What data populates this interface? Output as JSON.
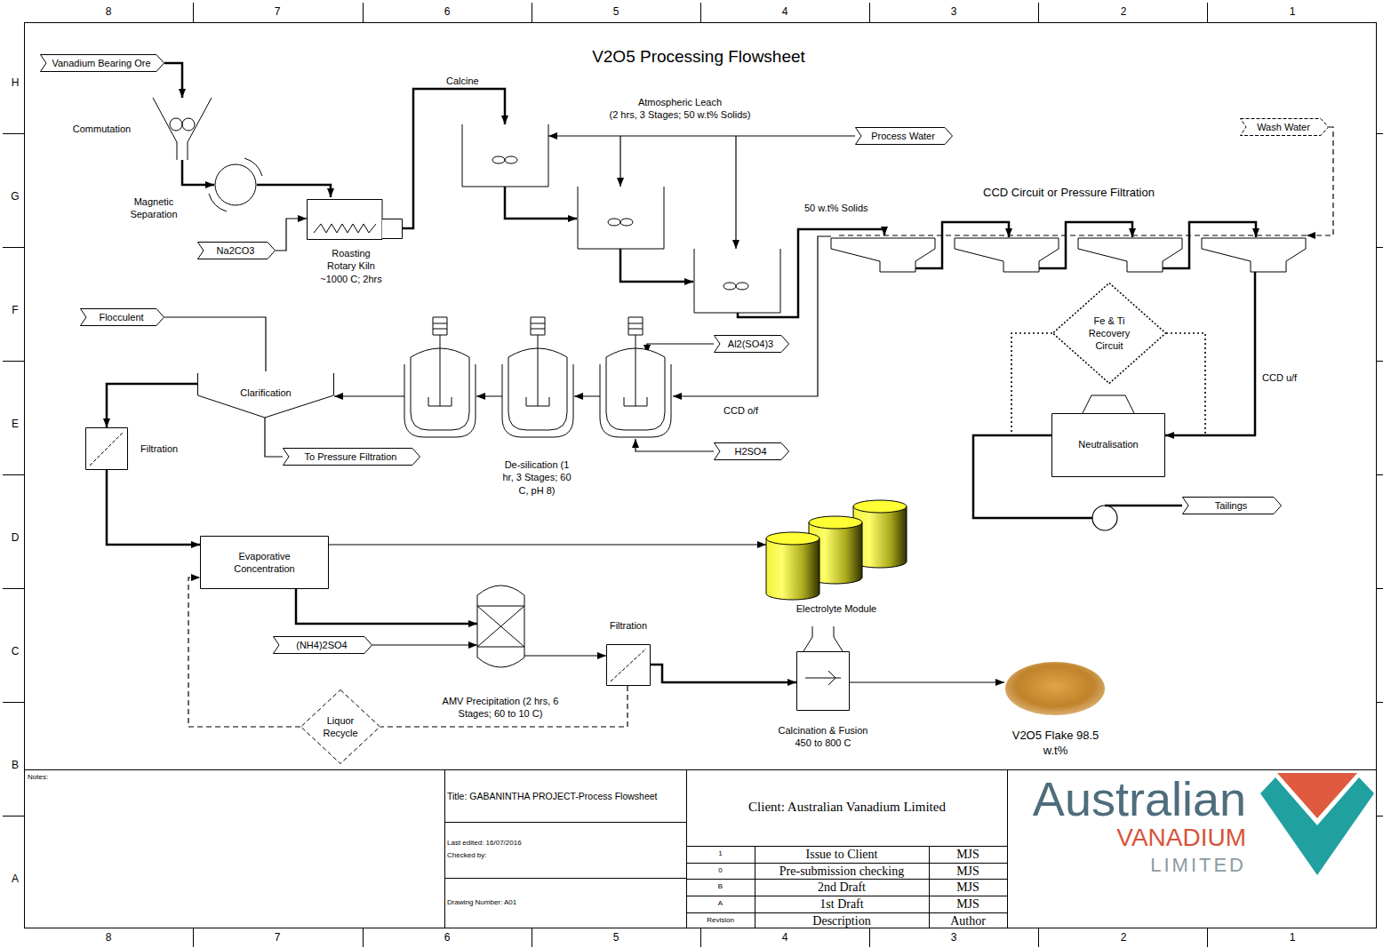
{
  "diagram": {
    "title": "V2O5 Processing Flowsheet",
    "nodes": [
      {
        "text": [
          "Vanadium Bearing Ore"
        ]
      },
      {
        "text": [
          "Commutation"
        ]
      },
      {
        "text": [
          "Magnetic Separation"
        ]
      },
      {
        "text": [
          "Na2CO3"
        ]
      },
      {
        "text": [
          "Roasting Rotary Kiln ~1000 C; 2hrs"
        ]
      },
      {
        "text": [
          "Atmospheric Leach",
          "(2 hrs, 3 Stages; 50 w.t% Solids)"
        ]
      },
      {
        "text": [
          "Process Water"
        ]
      },
      {
        "text": [
          "Wash Water"
        ]
      },
      {
        "text": [
          "CCD Circuit or Pressure Filtration"
        ]
      },
      {
        "text": [
          "Flocculent"
        ]
      },
      {
        "text": [
          "Al2(SO4)3"
        ]
      },
      {
        "text": [
          "De-silication (1 hr, 3 Stages; 60 C, pH 8)"
        ]
      },
      {
        "text": [
          "Fe & Ti Recovery Circuit"
        ]
      },
      {
        "text": [
          "Clarification"
        ]
      },
      {
        "text": [
          "H2SO4"
        ]
      },
      {
        "text": [
          "Filtration"
        ]
      },
      {
        "text": [
          "To Pressure Filtration"
        ]
      },
      {
        "text": [
          "Neutralisation"
        ]
      },
      {
        "text": [
          "Tailings"
        ]
      },
      {
        "text": [
          "Evaporative Concentration"
        ]
      },
      {
        "text": [
          "Electrolyte Module"
        ]
      },
      {
        "text": [
          "(NH4)2SO4"
        ]
      },
      {
        "text": [
          "Filtration"
        ]
      },
      {
        "text": [
          "AMV Precipitation (2 hrs, 6 Stages; 60 to 10 C)"
        ]
      },
      {
        "text": [
          "Liquor Recycle"
        ]
      },
      {
        "text": [
          "Calcination & Fusion 450 to 800 C"
        ]
      },
      {
        "text": [
          "V2O5 Flake 98.5 w.t%"
        ]
      }
    ],
    "edges": [
      {
        "from": 0,
        "to": 1,
        "arrow": "to"
      },
      {
        "from": 1,
        "to": 2,
        "arrow": "to"
      },
      {
        "from": 2,
        "to": 4,
        "arrow": "to"
      },
      {
        "from": 3,
        "to": 4,
        "arrow": "to"
      },
      {
        "from": 4,
        "to": 5,
        "label": "Calcine",
        "arrow": "to"
      },
      {
        "from": 6,
        "to": 5,
        "arrow": "to"
      },
      {
        "from": 5,
        "to": 8,
        "label": "50 w.t% Solids",
        "arrow": "to"
      },
      {
        "from": 7,
        "to": 8,
        "arrow": "to"
      },
      {
        "from": 8,
        "to": 11,
        "label": "CCD o/f",
        "arrow": "to"
      },
      {
        "from": 8,
        "to": 17,
        "label": "CCD u/f",
        "arrow": "to"
      },
      {
        "from": 12,
        "to": 17,
        "arrow": "none"
      },
      {
        "from": 12,
        "to": 17,
        "arrow": "none"
      },
      {
        "from": 10,
        "to": 11,
        "arrow": "to"
      },
      {
        "from": 14,
        "to": 11,
        "arrow": "to"
      },
      {
        "from": 11,
        "to": 13,
        "arrow": "to"
      },
      {
        "from": 9,
        "to": 13,
        "arrow": "none"
      },
      {
        "from": 13,
        "to": 16,
        "arrow": "none"
      },
      {
        "from": 13,
        "to": 15,
        "arrow": "to"
      },
      {
        "from": 17,
        "to": 18,
        "arrow": "none"
      },
      {
        "from": 15,
        "to": 19,
        "arrow": "to"
      },
      {
        "from": 19,
        "to": 20,
        "arrow": "to"
      },
      {
        "from": 19,
        "to": 23,
        "arrow": "to"
      },
      {
        "from": 21,
        "to": 23,
        "arrow": "to"
      },
      {
        "from": 23,
        "to": 22,
        "arrow": "to"
      },
      {
        "from": 22,
        "to": 24,
        "arrow": "none"
      },
      {
        "from": 24,
        "to": 19,
        "arrow": "to"
      },
      {
        "from": 22,
        "to": 25,
        "arrow": "to"
      },
      {
        "from": 25,
        "to": 26,
        "arrow": "to"
      }
    ],
    "labels": [
      "8",
      "7",
      "6",
      "5",
      "4",
      "3",
      "2",
      "1",
      "H",
      "G",
      "F",
      "E",
      "D",
      "C",
      "B",
      "A",
      "8",
      "7",
      "6",
      "5",
      "4",
      "3",
      "2",
      "1",
      "Notes:",
      "Title: GABANINTHA PROJECT-Process Flowsheet",
      "Last edited: 16/07/2016",
      "Checked by:",
      "Drawing Number: A01",
      "Client: Australian Vanadium Limited",
      "1",
      "Issue to Client",
      "MJS",
      "0",
      "Pre-submission checking",
      "MJS",
      "B",
      "2nd Draft",
      "MJS",
      "A",
      "1st Draft",
      "MJS",
      "Revision",
      "Description",
      "Author",
      "Australian",
      "VANADIUM",
      "LIMITED"
    ]
  }
}
